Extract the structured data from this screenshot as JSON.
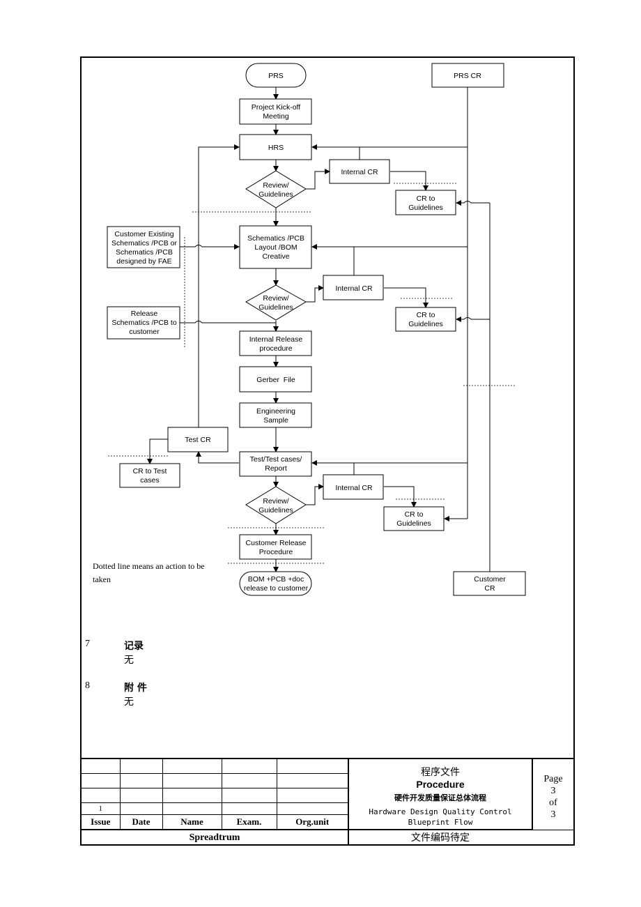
{
  "flowchart": {
    "nodes": {
      "prs": "PRS",
      "prs_cr": "PRS CR",
      "kickoff": [
        "Project Kick-off",
        "Meeting"
      ],
      "hrs": "HRS",
      "review1": [
        "Review/",
        "Guidelines"
      ],
      "internal_cr1": "Internal CR",
      "cr_guidelines1": [
        "CR to",
        "Guidelines"
      ],
      "customer_existing": [
        "Customer Existing",
        "Schematics /PCB or",
        "Schematics /PCB",
        "designed by FAE"
      ],
      "schematics": [
        "Schematics /PCB",
        "Layout /BOM",
        "Creative"
      ],
      "review2": [
        "Review/",
        "Guidelines"
      ],
      "internal_cr2": "Internal CR",
      "cr_guidelines2": [
        "CR to",
        "Guidelines"
      ],
      "release_schematics": [
        "Release",
        "Schematics /PCB to",
        "customer"
      ],
      "internal_release": [
        "Internal Release",
        "procedure"
      ],
      "gerber": "Gerber  File",
      "engineering": [
        "Engineering",
        "Sample"
      ],
      "test_cr": "Test CR",
      "cr_test_cases": [
        "CR to Test",
        "cases"
      ],
      "test_report": [
        "Test/Test cases/",
        "Report"
      ],
      "review3": [
        "Review/",
        "Guidelines"
      ],
      "internal_cr3": "Internal CR",
      "cr_guidelines3": [
        "CR to",
        "Guidelines"
      ],
      "customer_release": [
        "Customer Release",
        "Procedure"
      ],
      "bom": [
        "BOM +PCB +doc",
        "release to customer"
      ],
      "customer_cr": [
        "Customer",
        "CR"
      ]
    },
    "note": "Dotted line means an action to be taken"
  },
  "sections": [
    {
      "num": "7",
      "title": "记录",
      "body": "无"
    },
    {
      "num": "8",
      "title": "附 件",
      "body": "无"
    }
  ],
  "footer": {
    "revision_rows": [
      [
        "",
        "",
        "",
        "",
        ""
      ],
      [
        "",
        "",
        "",
        "",
        ""
      ],
      [
        "",
        "",
        "",
        "",
        ""
      ],
      [
        "1",
        "",
        "",
        "",
        ""
      ]
    ],
    "headers": [
      "Issue",
      "Date",
      "Name",
      "Exam.",
      "Org.unit"
    ],
    "company": "Spreadtrum",
    "doc_type_cn": "程序文件",
    "doc_type_en": "Procedure",
    "title_cn": "硬件开发质量保证总体流程",
    "title_en_1": "Hardware Design Quality Control",
    "title_en_2": "Blueprint Flow",
    "doc_code": "文件编码待定",
    "page_label": "Page",
    "page_num": "3",
    "page_of": "of",
    "page_total": "3"
  }
}
